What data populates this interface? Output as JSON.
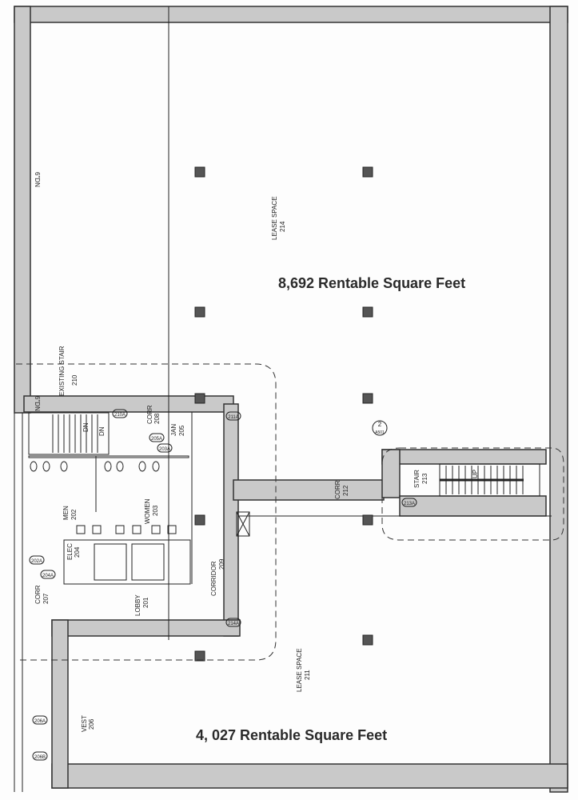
{
  "areas": {
    "upper": "8,692 Rentable Square Feet",
    "lower": "4, 027 Rentable Square Feet"
  },
  "rooms": {
    "lease_214": {
      "name": "LEASE SPACE",
      "num": "214"
    },
    "lease_211": {
      "name": "LEASE SPACE",
      "num": "211"
    },
    "stair_210": {
      "name": "EXISTING STAIR",
      "num": "210"
    },
    "men": {
      "name": "MEN",
      "num": "202"
    },
    "women": {
      "name": "WOMEN",
      "num": "203"
    },
    "elec": {
      "name": "ELEC",
      "num": "204"
    },
    "jan": {
      "name": "JAN",
      "num": "205"
    },
    "corr_top": {
      "name": "CORR",
      "num": "208"
    },
    "corr_207": {
      "name": "CORR",
      "num": "207"
    },
    "lobby": {
      "name": "LOBBY",
      "num": "201"
    },
    "corridor": {
      "name": "CORRIDOR",
      "num": "209"
    },
    "corr_mid": {
      "name": "CORR",
      "num": "212"
    },
    "stair_213": {
      "name": "STAIR",
      "num": "213"
    },
    "vest": {
      "name": "VEST",
      "num": "206"
    }
  },
  "doors": [
    "210A",
    "205A",
    "203A",
    "202A",
    "204A",
    "206A",
    "206B",
    "211A",
    "214A",
    "213A"
  ],
  "markers": {
    "section": "2",
    "sheet": "A501",
    "dn1": "DN",
    "dn2": "DN",
    "up": "UP",
    "note": "6\"DN"
  }
}
